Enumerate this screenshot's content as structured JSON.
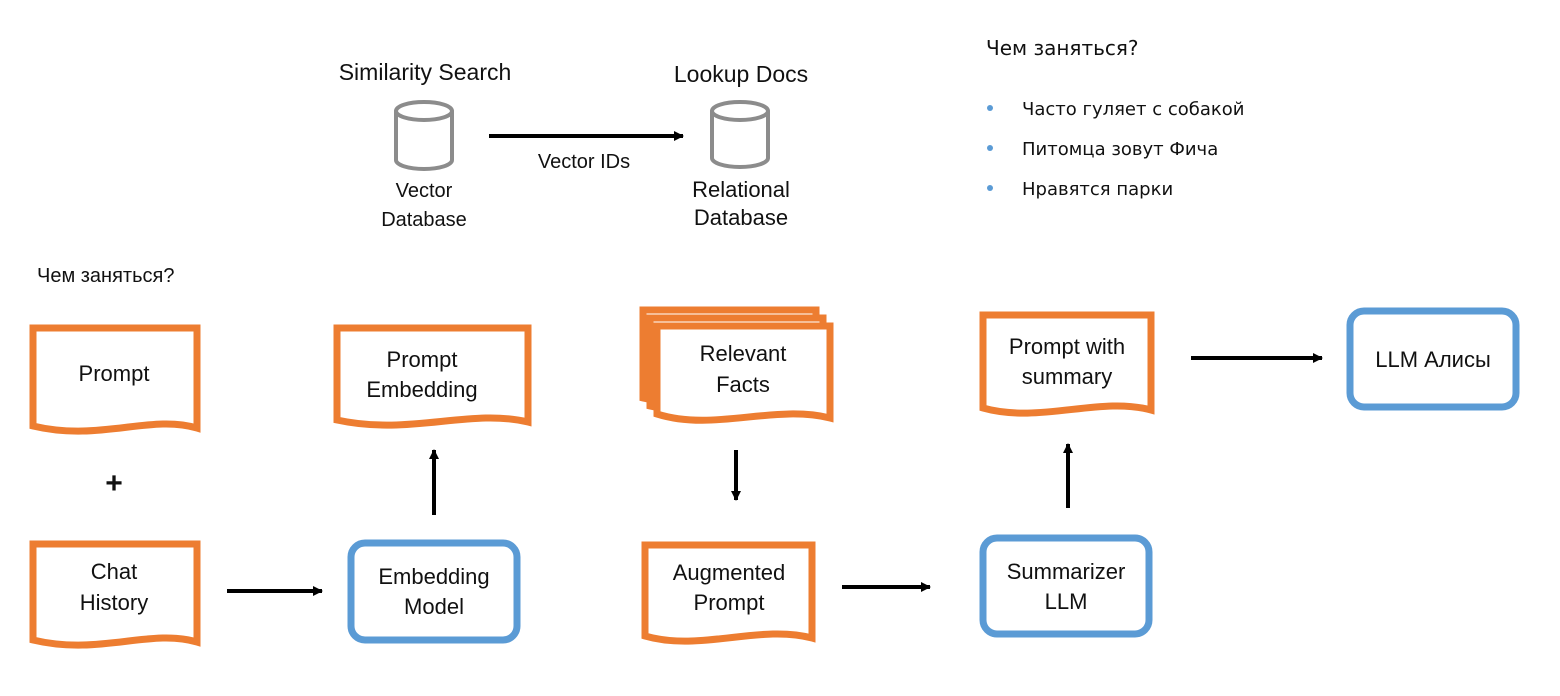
{
  "colors": {
    "document_border": "#ED7D31",
    "model_border": "#5B9BD5",
    "database_stroke": "#8C8C8C",
    "arrow": "#000000",
    "bullet": "#5B9BD5"
  },
  "top_flow": {
    "vector_db": {
      "heading": "Similarity Search",
      "label_line1": "Vector",
      "label_line2": "Database",
      "icon": "database-icon"
    },
    "edge_label": "Vector IDs",
    "relational_db": {
      "heading": "Lookup Docs",
      "label_line1": "Relational",
      "label_line2": "Database",
      "icon": "database-icon"
    }
  },
  "side_panel": {
    "title": "Чем заняться?",
    "bullets": [
      "Часто гуляет с собакой",
      "Питомца зовут Фича",
      "Нравятся парки"
    ]
  },
  "left_title": "Чем заняться?",
  "nodes": {
    "prompt": "Prompt",
    "plus": "+",
    "chat_history": {
      "line1": "Chat",
      "line2": "History"
    },
    "prompt_embedding": {
      "line1": "Prompt",
      "line2": "Embedding"
    },
    "embedding_model": {
      "line1": "Embedding",
      "line2": "Model"
    },
    "relevant_facts": {
      "line1": "Relevant",
      "line2": "Facts"
    },
    "augmented_prompt": {
      "line1": "Augmented",
      "line2": "Prompt"
    },
    "prompt_with_summary": {
      "line1": "Prompt with",
      "line2": "summary"
    },
    "summarizer_llm": {
      "line1": "Summarizer",
      "line2": "LLM"
    },
    "llm_alice": "LLM Алисы"
  }
}
